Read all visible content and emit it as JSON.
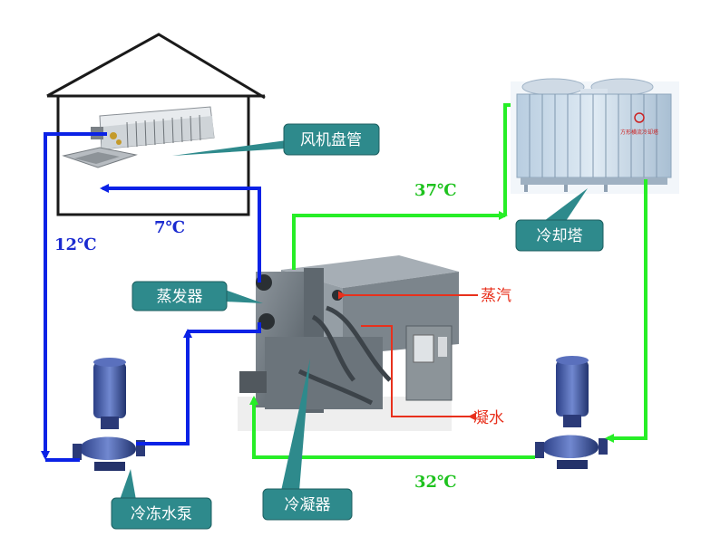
{
  "labels": {
    "fan_coil": "风机盘管",
    "cooling_tower": "冷却塔",
    "evaporator": "蒸发器",
    "chilled_pump": "冷冻水泵",
    "condenser": "冷凝器",
    "steam": "蒸汽",
    "condensate": "凝水"
  },
  "temperatures": {
    "supply_chilled": "7℃",
    "return_chilled": "12℃",
    "cooling_hot": "37℃",
    "cooling_cold": "32℃"
  },
  "tower_brand": "方形横流冷却塔",
  "colors": {
    "chilled_water_line": "#0b22e6",
    "cooling_water_line": "#27ee27",
    "steam_line": "#e8301c",
    "callout_fill": "#2e8a8c",
    "temp_blue": "#1a2ad0",
    "temp_green": "#1ec21e"
  }
}
